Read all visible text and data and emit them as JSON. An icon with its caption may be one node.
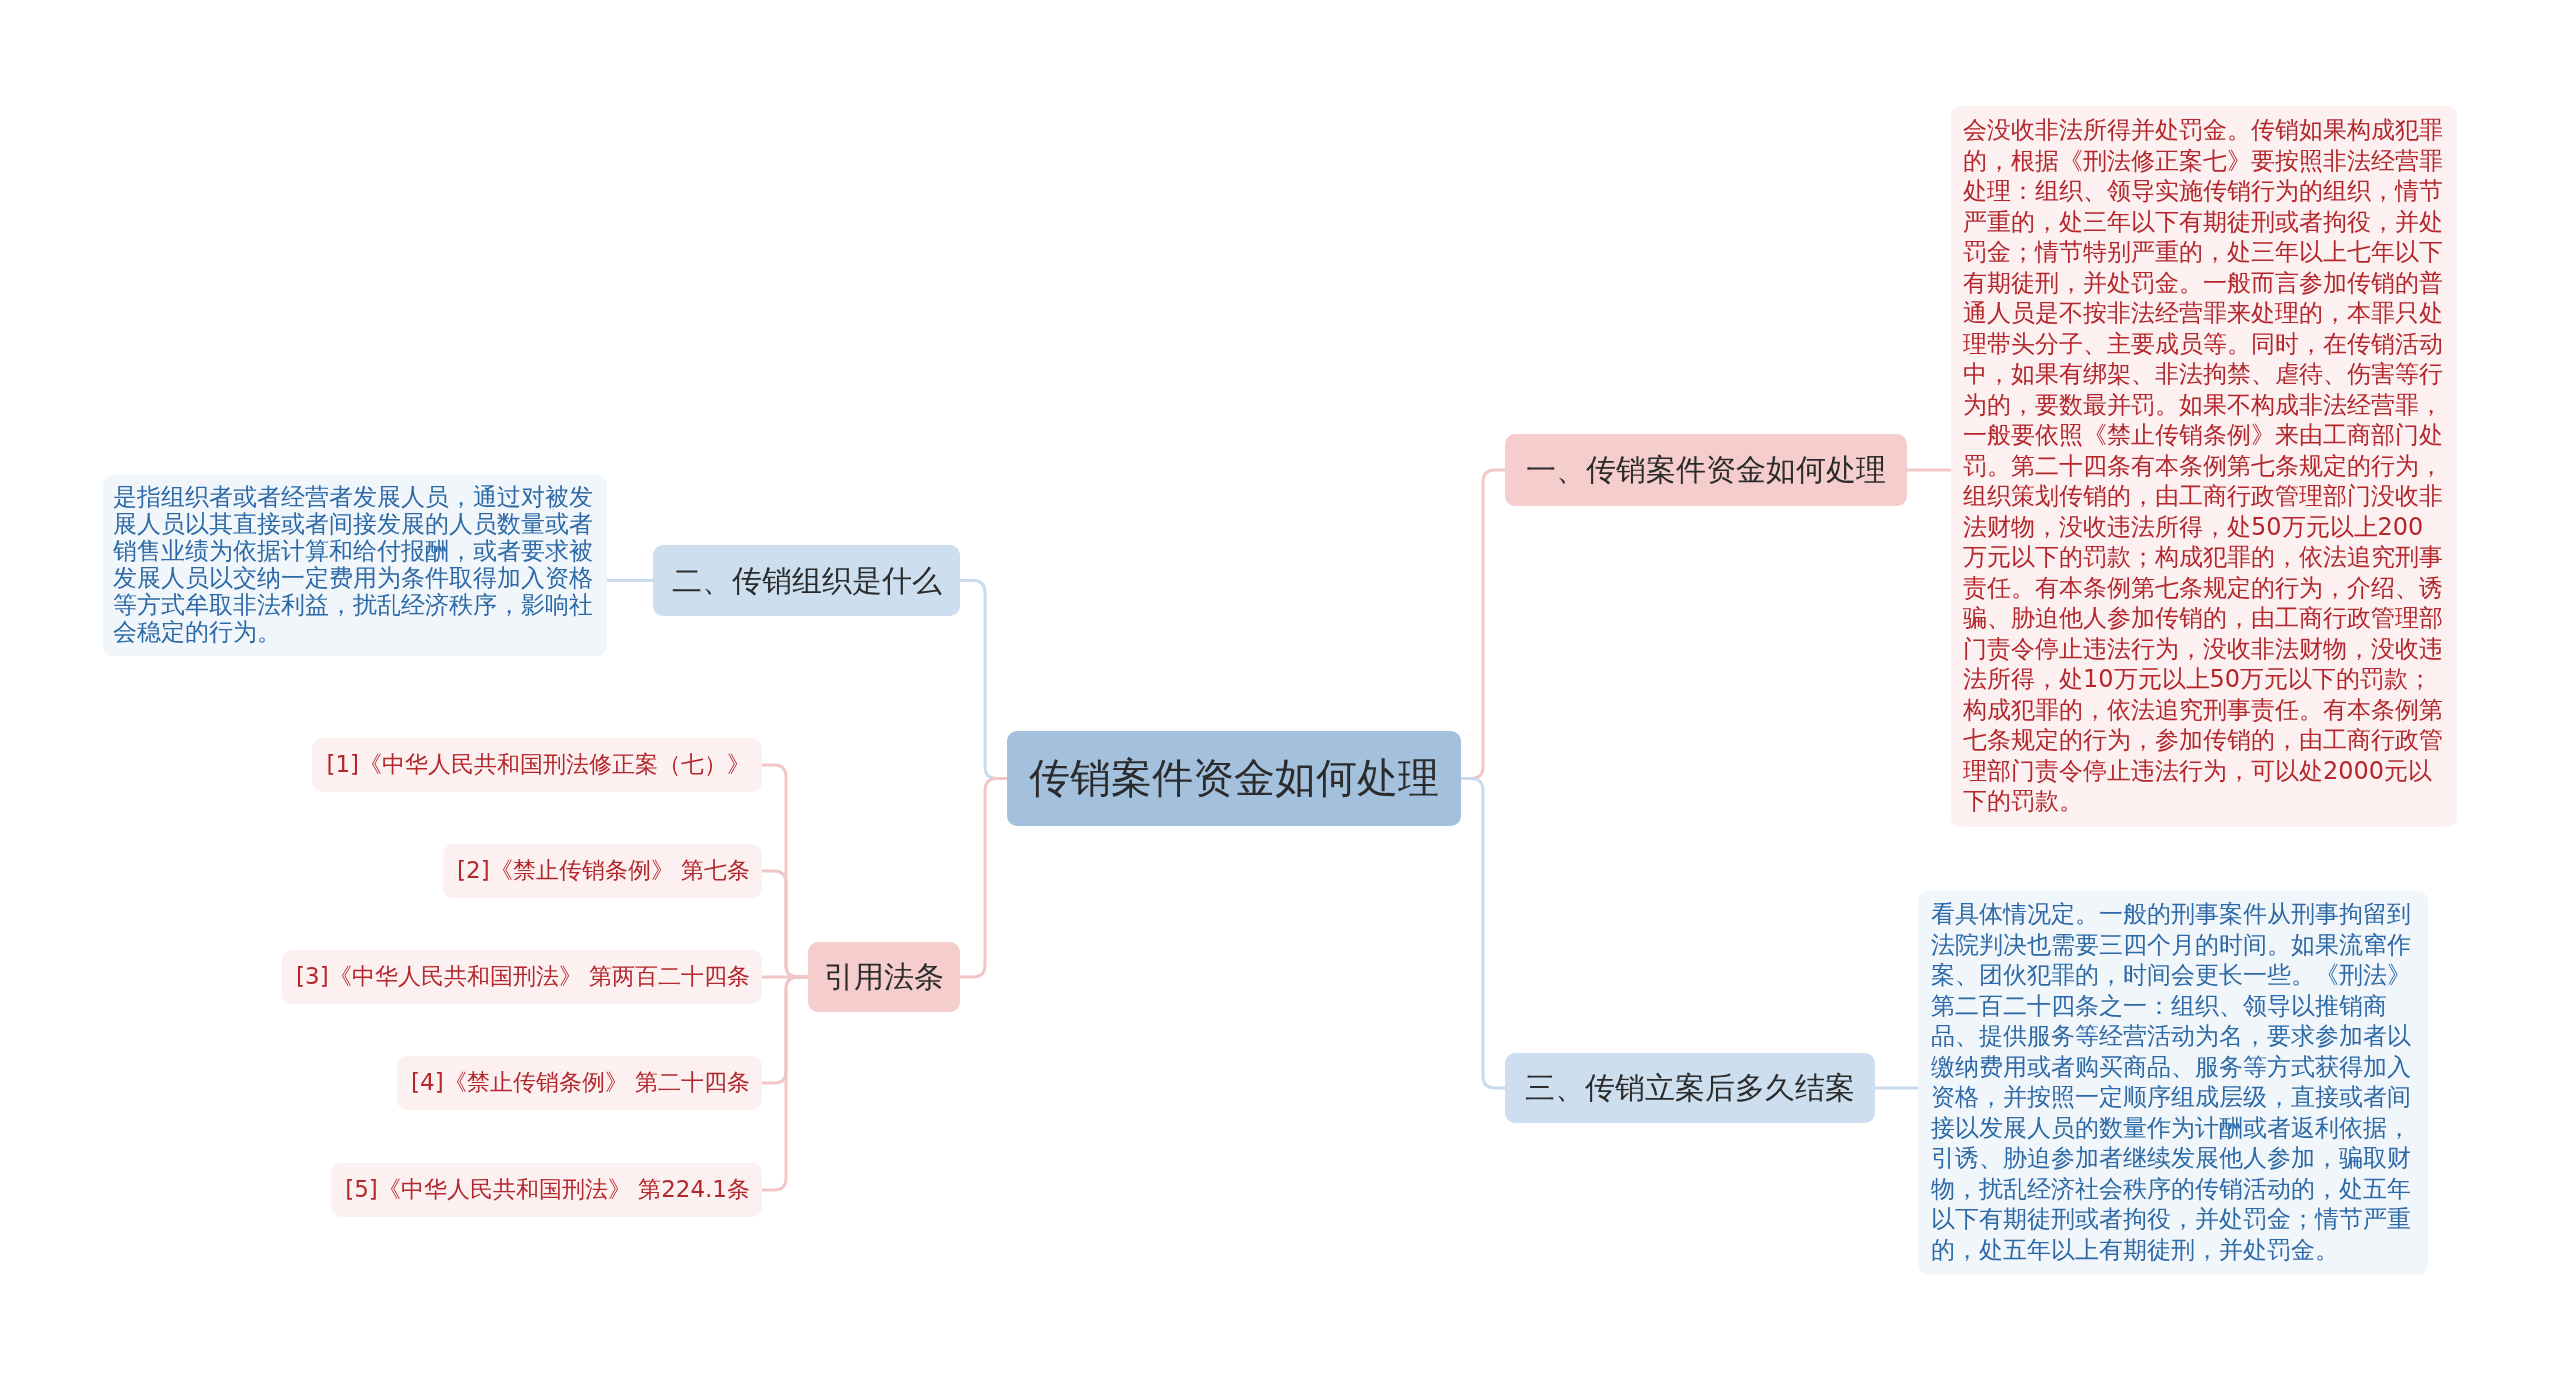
{
  "diagram": {
    "nodes": [
      {
        "text": [
          "传销案件资金如何处理"
        ]
      },
      {
        "text": [
          "一、传销案件资金如何处理"
        ]
      },
      {
        "text": [
          "会没收非法所得并处罚金。传销如果构成犯罪的，根据《刑法修正案七》要按照非法经营罪处理：组织、领导实施传销行为的组织，情节严重的，处三年以下有期徒刑或者拘役，并处罚金；情节特别严重的，处三年以上七年以下有期徒刑，并处罚金。一般而言参加传销的普通人员是不按非法经营罪来处理的，本罪只处理带头分子、主要成员等。同时，在传销活动中，如果有绑架、非法拘禁、虐待、伤害等行为的，要数最并罚。如果不构成非法经营罪，一般要依照《禁止传销条例》来由工商部门处罚。第二十四条有本条例第七条规定的行为，组织策划传销的，由工商行政管理部门没收非法财物，没收违法所得，处50万元以上200万元以下的罚款；构成犯罪的，依法追究刑事责任。有本条例第七条规定的行为，介绍、诱骗、胁迫他人参加传销的，由工商行政管理部门责令停止违法行为，没收非法财物，没收违法所得，处10万元以上50万元以下的罚款；构成犯罪的，依法追究刑事责任。有本条例第七条规定的行为，参加传销的，由工商行政管理部门责令停止违法行为，可以处2000元以下的罚款。"
        ]
      },
      {
        "text": [
          "三、传销立案后多久结案"
        ]
      },
      {
        "text": [
          "看具体情况定。一般的刑事案件从刑事拘留到法院判决也需要三四个月的时间。如果流窜作案、团伙犯罪的，时间会更长一些。《刑法》第二百二十四条之一：组织、领导以推销商品、提供服务等经营活动为名，要求参加者以缴纳费用或者购买商品、服务等方式获得加入资格，并按照一定顺序组成层级，直接或者间接以发展人员的数量作为计酬或者返利依据，引诱、胁迫参加者继续发展他人参加，骗取财物，扰乱经济社会秩序的传销活动的，处五年以下有期徒刑或者拘役，并处罚金；情节严重的，处五年以上有期徒刑，并处罚金。"
        ]
      },
      {
        "text": [
          "二、传销组织是什么"
        ]
      },
      {
        "text": [
          "是指组织者或者经营者发展人员，通过对被发展人员以其直接或者间接发展的人员数量或者销售业绩为依据计算和给付报酬，或者要求被发展人员以交纳一定费用为条件取得加入资格等方式牟取非法利益，扰乱经济秩序，影响社会稳定的行为。"
        ]
      },
      {
        "text": [
          "引用法条"
        ]
      },
      {
        "text": [
          "[1]《中华人民共和国刑法修正案（七）》"
        ]
      },
      {
        "text": [
          "[2]《禁止传销条例》 第七条"
        ]
      },
      {
        "text": [
          "[3]《中华人民共和国刑法》 第两百二十四条"
        ]
      },
      {
        "text": [
          "[4]《禁止传销条例》 第二十四条"
        ]
      },
      {
        "text": [
          "[5]《中华人民共和国刑法》 第224.1条"
        ]
      }
    ],
    "edges": [
      {
        "from": 0,
        "to": 1,
        "arrow": "none"
      },
      {
        "from": 1,
        "to": 2,
        "arrow": "none"
      },
      {
        "from": 0,
        "to": 3,
        "arrow": "none",
        "color": "#c9dbec"
      },
      {
        "from": 3,
        "to": 4,
        "arrow": "none",
        "color": "#c9dbec"
      },
      {
        "from": 0,
        "to": 5,
        "arrow": "none",
        "color": "#c9dbec"
      },
      {
        "from": 5,
        "to": 6,
        "arrow": "none",
        "color": "#c9dbec"
      },
      {
        "from": 0,
        "to": 7,
        "arrow": "none"
      },
      {
        "from": 7,
        "to": 8,
        "arrow": "none"
      },
      {
        "from": 7,
        "to": 9,
        "arrow": "none"
      },
      {
        "from": 7,
        "to": 10,
        "arrow": "none"
      },
      {
        "from": 7,
        "to": 11,
        "arrow": "none"
      },
      {
        "from": 7,
        "to": 12,
        "arrow": "none"
      }
    ]
  }
}
